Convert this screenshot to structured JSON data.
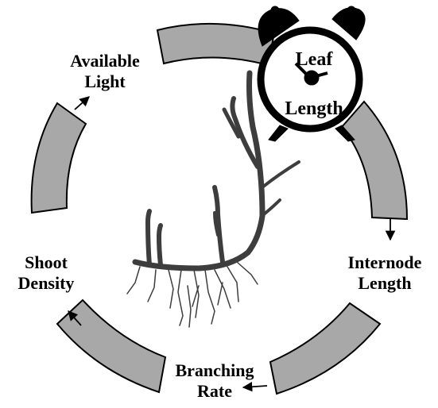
{
  "labels": {
    "available_light": [
      "Available",
      "Light"
    ],
    "leaf_length": [
      "Leaf",
      "Length"
    ],
    "internode_length": [
      "Internode",
      "Length"
    ],
    "branching_rate": [
      "Branching",
      "Rate"
    ],
    "shoot_density": [
      "Shoot",
      "Density"
    ]
  },
  "colors": {
    "segment_fill": "#a8a8a8",
    "stroke": "#000000",
    "plant": "#3d3d3d",
    "background": "#ffffff"
  },
  "icons": {
    "cycle_center": "plant-illustration",
    "leaf_length_marker": "alarm-clock-icon"
  }
}
